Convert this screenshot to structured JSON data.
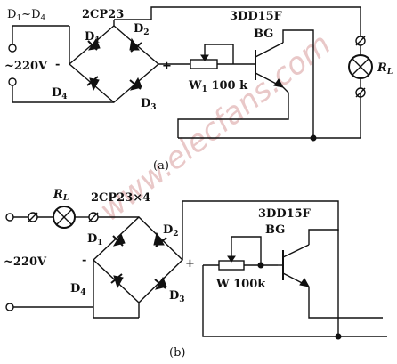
{
  "watermark": "www.elecfans.com",
  "circuit_a": {
    "caption": "(a)",
    "diode_range": "D",
    "diode_range_sub1": "1",
    "diode_range_dash": "~D",
    "diode_range_sub2": "4",
    "diode_type": "2CP23",
    "transistor_type": "3DD15F",
    "transistor_label": "BG",
    "supply": "~220V",
    "minus": "-",
    "plus": "+",
    "d1": "D",
    "d1_sub": "1",
    "d2": "D",
    "d2_sub": "2",
    "d3": "D",
    "d3_sub": "3",
    "d4": "D",
    "d4_sub": "4",
    "pot": "W",
    "pot_sub": "1",
    "pot_value": " 100 k",
    "load": "R",
    "load_sub": "L"
  },
  "circuit_b": {
    "caption": "(b)",
    "load": "R",
    "load_sub": "L",
    "diode_type": "2CP23×4",
    "transistor_type": "3DD15F",
    "transistor_label": "BG",
    "supply": "~220V",
    "minus": "-",
    "plus": "+",
    "d1": "D",
    "d1_sub": "1",
    "d2": "D",
    "d2_sub": "2",
    "d3": "D",
    "d3_sub": "3",
    "d4": "D",
    "d4_sub": "4",
    "pot": "W 100k"
  }
}
